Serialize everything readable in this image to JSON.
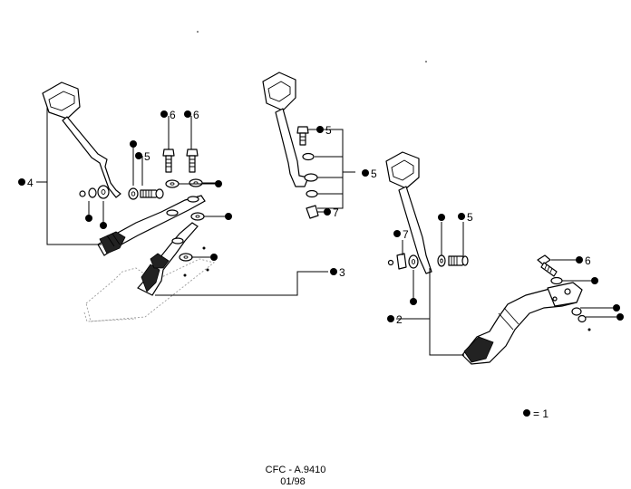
{
  "callouts": {
    "c4": "4",
    "c6a": "6",
    "c6b": "6",
    "c5a": "5",
    "c5b": "5",
    "c5c": "5",
    "c7a": "7",
    "c3": "3",
    "c5d": "5",
    "c7b": "7",
    "c6c": "6",
    "c2": "2"
  },
  "legend": {
    "text": "= 1"
  },
  "footer": {
    "code": "CFC - A.9410",
    "date": "01/98"
  }
}
